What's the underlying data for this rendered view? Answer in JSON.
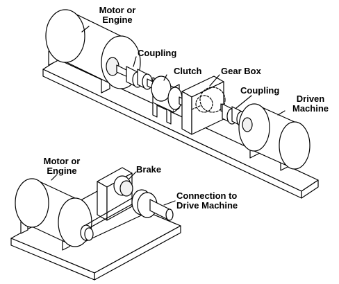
{
  "diagram": {
    "labels": {
      "motor_top_line1": "Motor or",
      "motor_top_line2": "Engine",
      "coupling_1": "Coupling",
      "clutch": "Clutch",
      "gear_box": "Gear Box",
      "coupling_2": "Coupling",
      "driven_line1": "Driven",
      "driven_line2": "Machine",
      "motor_bottom_line1": "Motor or",
      "motor_bottom_line2": "Engine",
      "brake": "Brake",
      "connection_line1": "Connection to",
      "connection_line2": "Drive Machine"
    },
    "colors": {
      "ink": "#000000",
      "fill": "#ffffff",
      "shade": "#f2f2f2"
    }
  }
}
